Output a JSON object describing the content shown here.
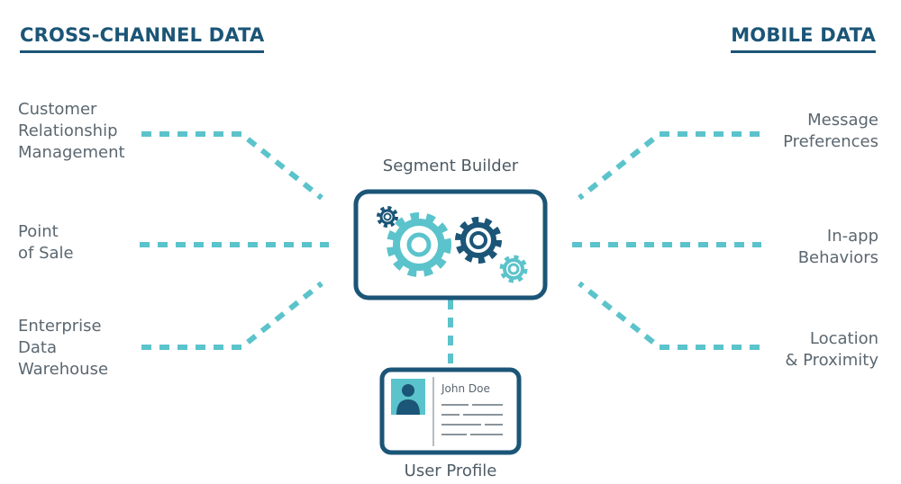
{
  "headings": {
    "left": "CROSS-CHANNEL DATA",
    "right": "MOBILE DATA"
  },
  "left_sources": [
    {
      "lines": [
        "Customer",
        "Relationship",
        "Management"
      ]
    },
    {
      "lines": [
        "Point",
        "of Sale"
      ]
    },
    {
      "lines": [
        "Enterprise",
        "Data",
        "Warehouse"
      ]
    }
  ],
  "right_sources": [
    {
      "lines": [
        "Message",
        "Preferences"
      ]
    },
    {
      "lines": [
        "In-app",
        "Behaviors"
      ]
    },
    {
      "lines": [
        "Location",
        "& Proximity"
      ]
    }
  ],
  "segment_builder": {
    "label": "Segment Builder",
    "icon": "gears-icon"
  },
  "user_profile": {
    "label": "User Profile",
    "name": "John Doe",
    "icon": "id-card-icon"
  },
  "colors": {
    "teal": "#5bc3cb",
    "navy": "#1b5577",
    "text": "#5b6770"
  }
}
